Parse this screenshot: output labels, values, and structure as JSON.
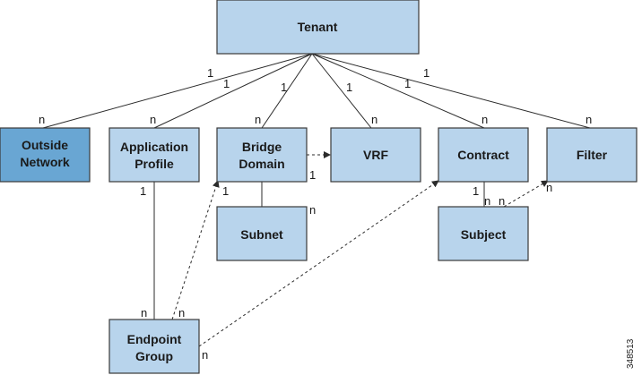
{
  "colors": {
    "box": "#b8d4ec",
    "box_highlight": "#69a6d3",
    "line": "#2b2b2b"
  },
  "nodes": {
    "tenant": "Tenant",
    "outside_network": [
      "Outside",
      "Network"
    ],
    "application_profile": [
      "Application",
      "Profile"
    ],
    "bridge_domain": [
      "Bridge",
      "Domain"
    ],
    "vrf": "VRF",
    "contract": "Contract",
    "filter": "Filter",
    "subnet": "Subnet",
    "subject": "Subject",
    "endpoint_group": [
      "Endpoint",
      "Group"
    ]
  },
  "labels": {
    "one": "1",
    "many": "n"
  },
  "figure_id": "348513"
}
